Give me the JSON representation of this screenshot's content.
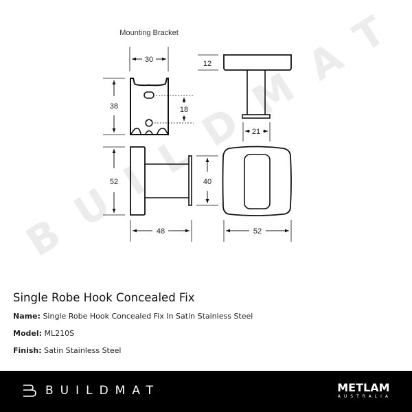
{
  "drawing": {
    "watermark": "BUILDMAT",
    "bracket_title": "Mounting Bracket",
    "dimensions": {
      "bracket_width": "30",
      "bracket_height": "38",
      "hole_spacing": "18",
      "rose_thickness": "12",
      "flange_width": "21",
      "side_height": "52",
      "flange_height": "40",
      "projection": "48",
      "front_width": "52"
    }
  },
  "product": {
    "title": "Single Robe Hook Concealed Fix",
    "name_label": "Name:",
    "name_value": "Single Robe Hook Concealed Fix In Satin Stainless Steel",
    "model_label": "Model:",
    "model_value": "ML210S",
    "finish_label": "Finish:",
    "finish_value": "Satin Stainless Steel"
  },
  "footer": {
    "brand": "BUILDMAT",
    "brand_icon": "buildmat-b-icon",
    "partner_name": "METLAM",
    "partner_sub": "AUSTRALIA",
    "background": "#000000"
  }
}
